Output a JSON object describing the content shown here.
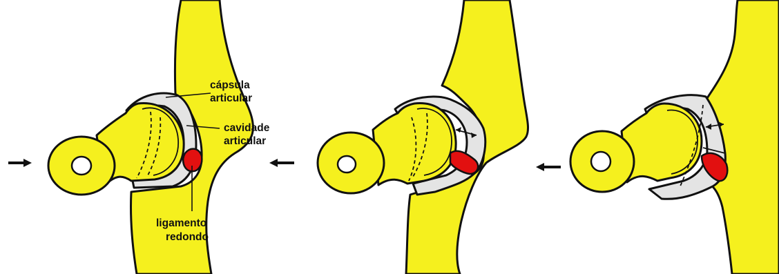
{
  "labels": {
    "capsule_line1": "cápsula",
    "capsule_line2": "articular",
    "cavity_line1": "cavidade",
    "cavity_line2": "articular",
    "ligament_line1": "ligamento",
    "ligament_line2": "redondo"
  },
  "colors": {
    "bone": "#f5f01e",
    "outline": "#111111",
    "capsule_fill": "#e4e4e4",
    "ligament": "#e21010",
    "background": "#ffffff"
  }
}
